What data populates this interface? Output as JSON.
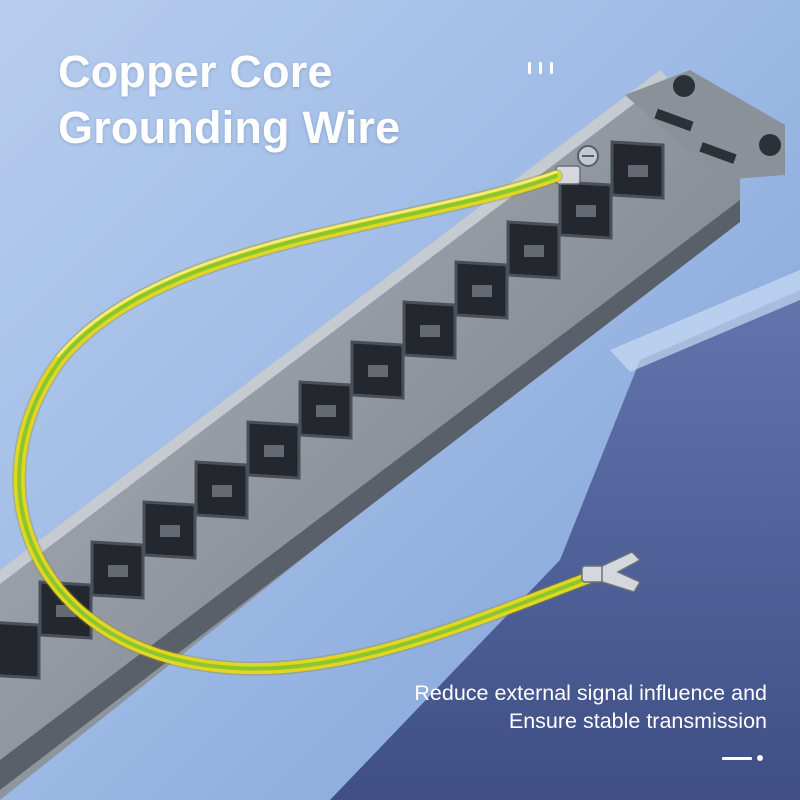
{
  "title": {
    "line1": "Copper Core",
    "line2": "Grounding Wire"
  },
  "caption": {
    "line1": "Reduce external signal influence and",
    "line2": "Ensure stable transmission"
  },
  "panel": {
    "keystone_port_count_visible": 13
  },
  "colors": {
    "background_light": "#a9c3e8",
    "background_dark": "#4a5d96",
    "panel_metal": "#8d939c",
    "wire_yellow": "#e1d31c",
    "wire_green": "#3fbb3c",
    "text": "#ffffff"
  }
}
